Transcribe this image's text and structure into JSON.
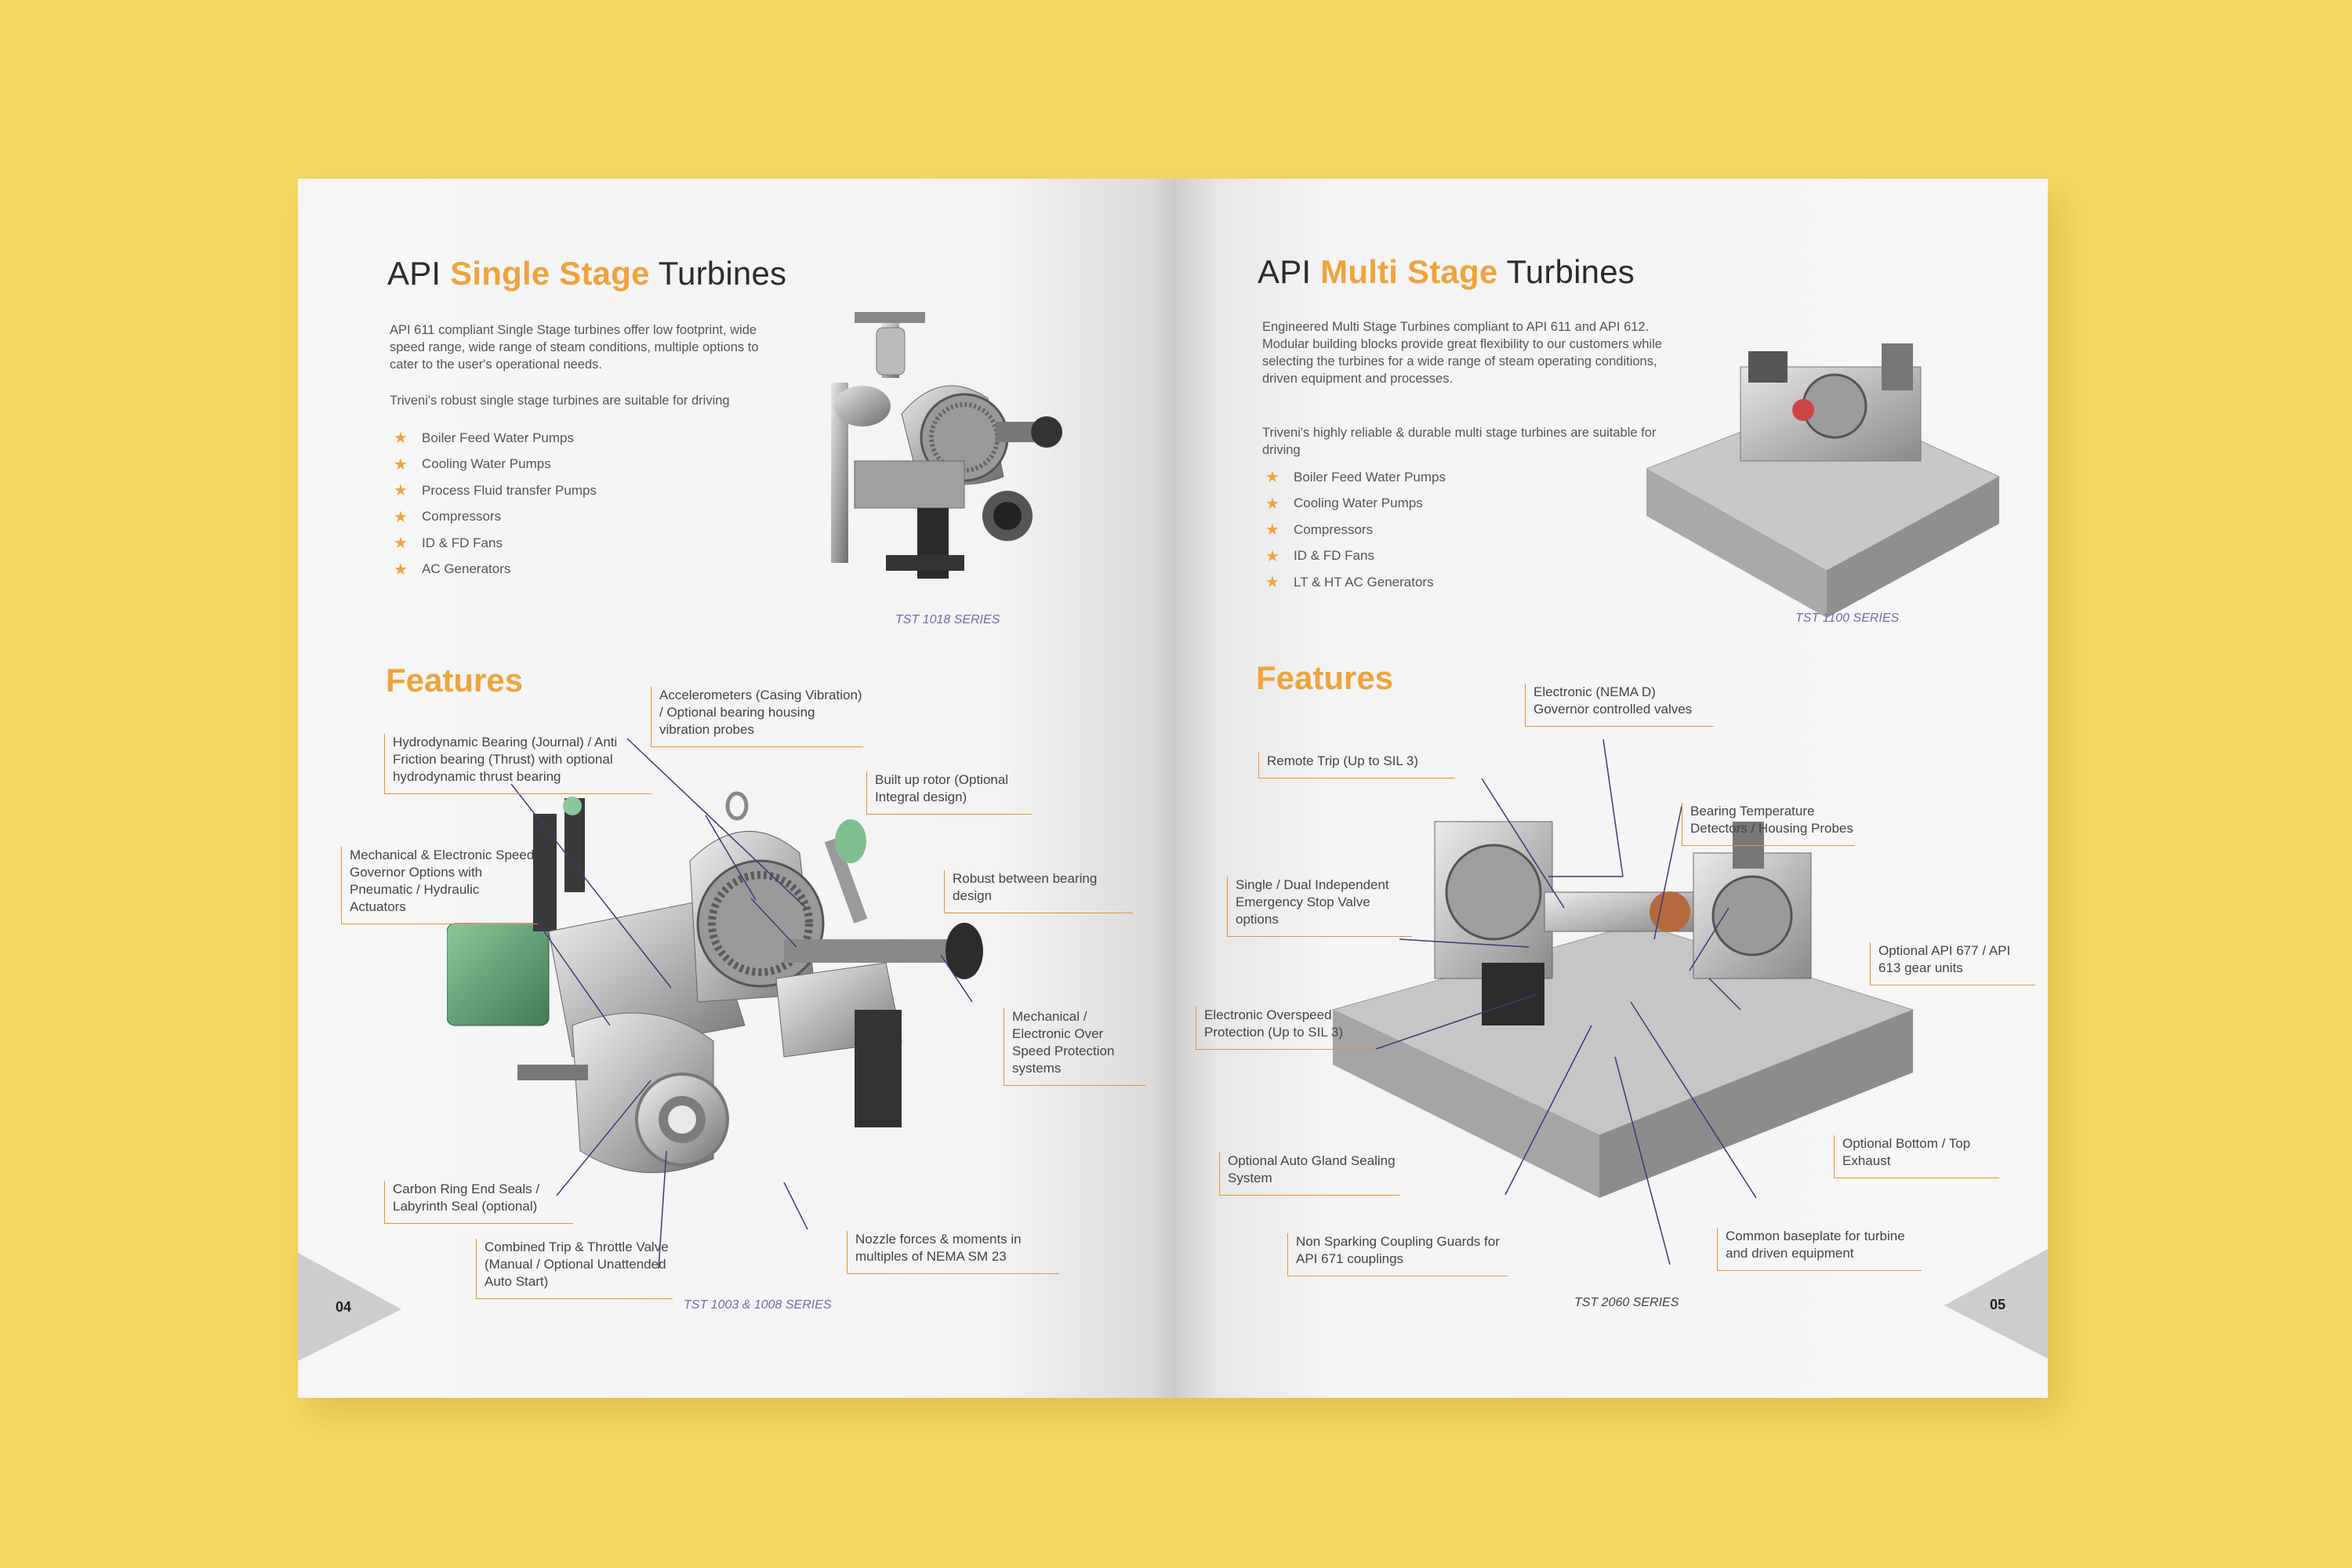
{
  "left": {
    "title_pre": "API ",
    "title_hl": "Single Stage",
    "title_post": " Turbines",
    "intro": "API 611 compliant Single Stage turbines offer low footprint, wide speed range, wide range of steam conditions, multiple options to cater to the user's operational needs.",
    "driving": "Triveni's robust single stage turbines are suitable for driving",
    "applications": [
      "Boiler Feed Water Pumps",
      "Cooling Water Pumps",
      "Process Fluid transfer Pumps",
      "Compressors",
      "ID & FD Fans",
      "AC Generators"
    ],
    "top_caption": "TST 1018 SERIES",
    "features_title": "Features",
    "features": [
      "Hydrodynamic Bearing (Journal) / Anti Friction bearing (Thrust) with optional hydrodynamic thrust bearing",
      "Accelerometers (Casing Vibration) / Optional bearing housing vibration probes",
      "Built up rotor (Optional Integral design)",
      "Robust between bearing design",
      "Mechanical & Electronic Speed Governor Options with Pneumatic / Hydraulic Actuators",
      "Mechanical / Electronic Over Speed Protection systems",
      "Carbon Ring End Seals / Labyrinth Seal (optional)",
      "Combined Trip & Throttle Valve (Manual / Optional Unattended Auto Start)",
      "Nozzle forces & moments in multiples of NEMA SM 23"
    ],
    "bottom_caption": "TST 1003 & 1008 SERIES",
    "page_number": "04"
  },
  "right": {
    "title_pre": "API ",
    "title_hl": "Multi Stage",
    "title_post": " Turbines",
    "intro": "Engineered Multi Stage Turbines compliant to API 611 and API 612. Modular building blocks provide great flexibility to our customers while selecting the turbines for a wide range of steam operating conditions, driven equipment and processes.",
    "driving": "Triveni's highly reliable & durable multi stage turbines are suitable for driving",
    "applications": [
      "Boiler Feed Water Pumps",
      "Cooling Water Pumps",
      "Compressors",
      "ID & FD Fans",
      "LT & HT AC Generators"
    ],
    "top_caption": "TST 1100 SERIES",
    "features_title": "Features",
    "features": [
      "Electronic (NEMA D) Governor controlled valves",
      "Remote Trip (Up to SIL 3)",
      "Bearing Temperature Detectors / Housing Probes",
      "Single / Dual Independent Emergency Stop Valve options",
      "Optional API 677 / API 613 gear units",
      "Electronic Overspeed Protection (Up to SIL 3)",
      "Optional Bottom / Top Exhaust",
      "Optional Auto Gland Sealing System",
      "Common baseplate for turbine and driven equipment",
      "Non Sparking Coupling Guards for API 671 couplings"
    ],
    "bottom_caption": "TST 2060 SERIES",
    "page_number": "05"
  },
  "colors": {
    "background": "#f5d963",
    "accent": "#f0a33c",
    "caption": "#7a68a8",
    "leader": "#3a3a7a"
  },
  "icons": [
    "star-icon"
  ]
}
